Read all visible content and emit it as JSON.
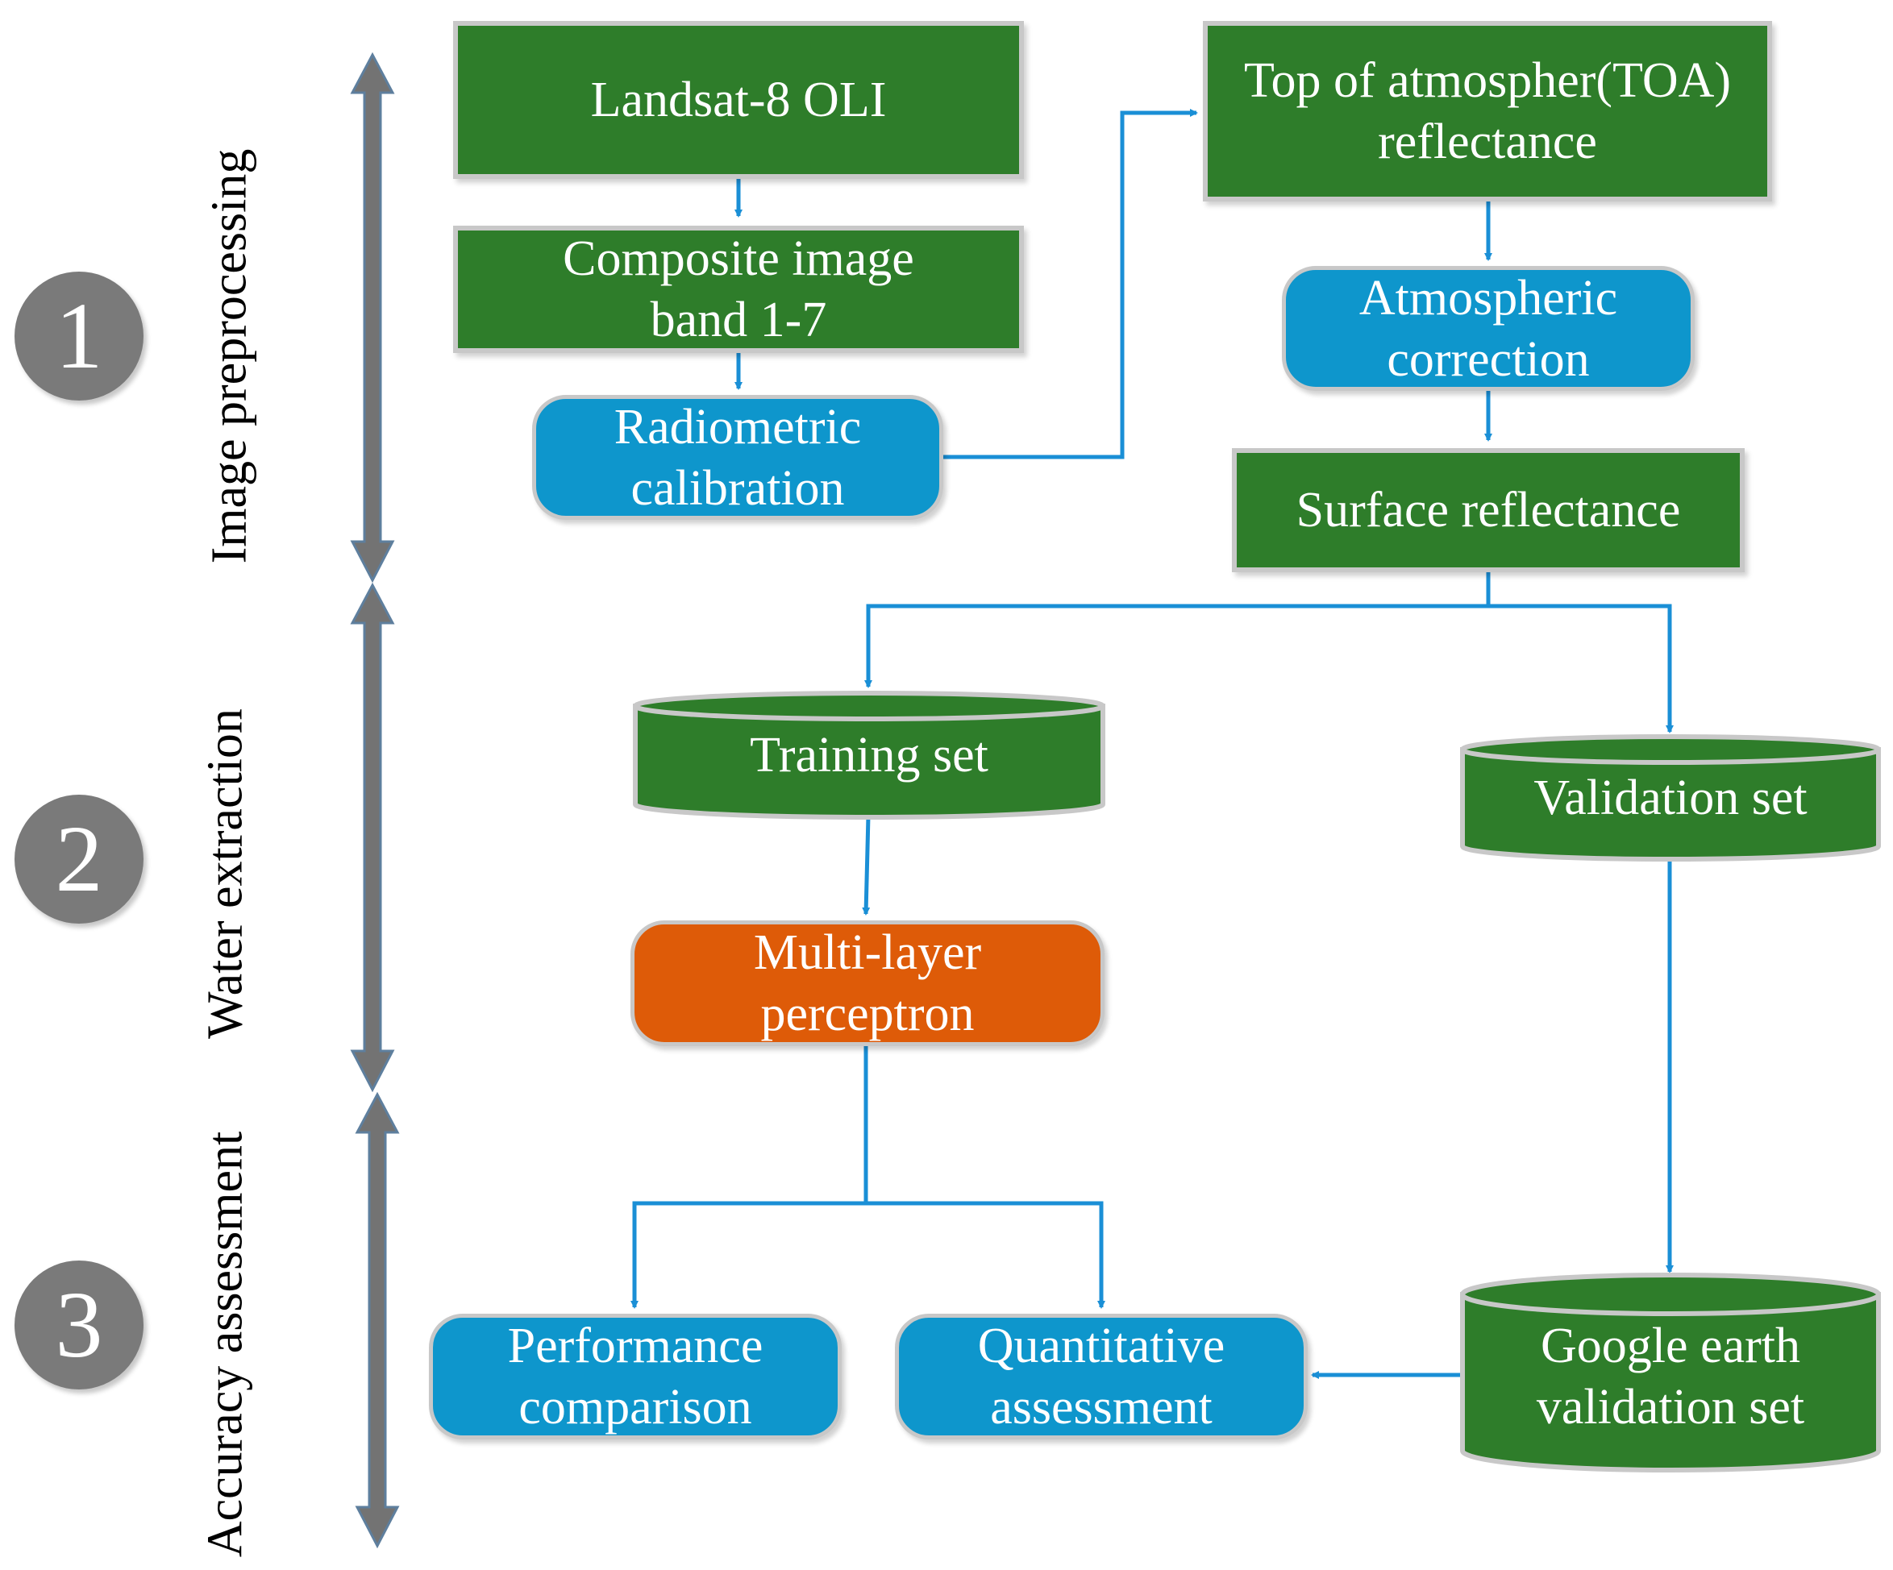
{
  "stages": [
    {
      "number": "1",
      "label": "Image preprocessing"
    },
    {
      "number": "2",
      "label": "Water extraction"
    },
    {
      "number": "3",
      "label": "Accuracy assessment"
    }
  ],
  "nodes": {
    "landsat": {
      "line1": "Landsat-8 OLI"
    },
    "composite": {
      "line1": "Composite image",
      "line2": "band 1-7"
    },
    "radiometric": {
      "line1": "Radiometric",
      "line2": "calibration"
    },
    "toa": {
      "line1": "Top of atmospher(TOA)",
      "line2": "reflectance"
    },
    "atmospheric": {
      "line1": "Atmospheric",
      "line2": "correction"
    },
    "surface": {
      "line1": "Surface reflectance"
    },
    "training": {
      "line1": "Training set"
    },
    "validation": {
      "line1": "Validation set"
    },
    "mlp": {
      "line1": "Multi-layer",
      "line2": "perceptron"
    },
    "performance": {
      "line1": "Performance",
      "line2": "comparison"
    },
    "quantitative": {
      "line1": "Quantitative",
      "line2": "assessment"
    },
    "google": {
      "line1": "Google earth",
      "line2": "validation set"
    }
  },
  "colors": {
    "green": "#2e7d2a",
    "blue": "#0e96cc",
    "orange": "#de5b08",
    "connector": "#1a8fd6",
    "stage_arrow": "#737373",
    "stage_circle": "#7a7a7a"
  }
}
